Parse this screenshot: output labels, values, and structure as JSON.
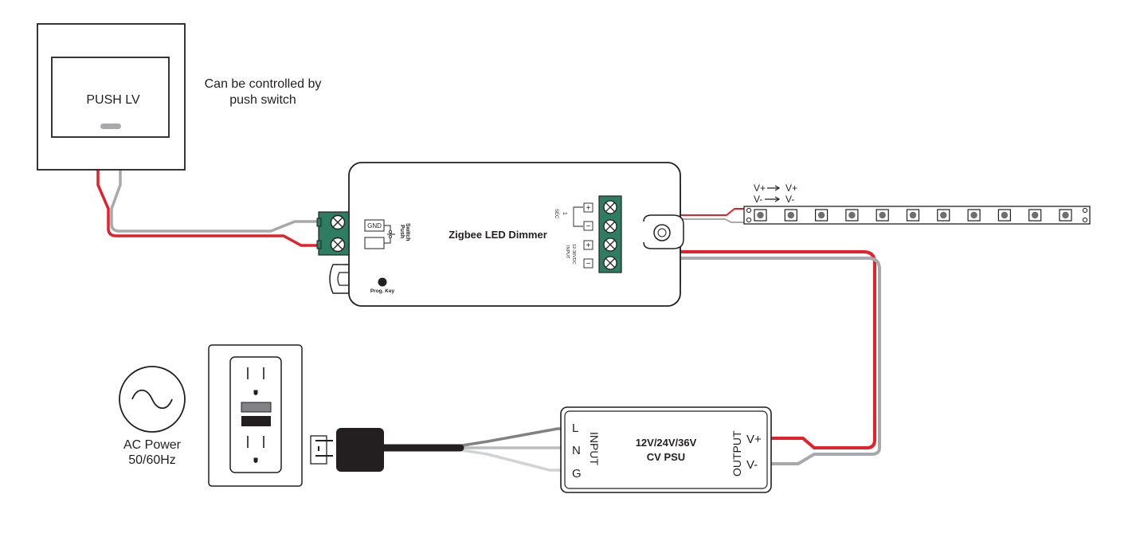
{
  "push_switch": {
    "label": "PUSH LV",
    "caption_line1": "Can be controlled by",
    "caption_line2": "push switch"
  },
  "dimmer": {
    "title": "Zigbee LED Dimmer",
    "gnd_label": "GND",
    "push_label_1": "Push",
    "push_label_2": "Switch",
    "prog_key_label": "Prog. Key",
    "sec_label": "SEC",
    "sec_channel": "1",
    "input_label": "INPUT",
    "input_voltage": "12-36VDC",
    "plus_sign": "+",
    "minus_sign": "−"
  },
  "led_strip": {
    "vplus_src": "V+",
    "vplus_dst": "V+",
    "vminus_src": "V-",
    "vminus_dst": "V-",
    "led_count": 11
  },
  "ac_power": {
    "line1": "AC Power",
    "line2": "50/60Hz"
  },
  "psu": {
    "terminal_l": "L",
    "terminal_n": "N",
    "terminal_g": "G",
    "input_label": "INPUT",
    "title_line1": "12V/24V/36V",
    "title_line2": "CV PSU",
    "output_label": "OUTPUT",
    "vplus": "V+",
    "vminus": "V-"
  },
  "colors": {
    "wire_red": "#e4202a",
    "wire_gray": "#a7a9ac",
    "wire_dark": "#808285",
    "wire_light": "#c8c8c8",
    "terminal_green": "#2e7d63",
    "outline": "#231f20"
  }
}
